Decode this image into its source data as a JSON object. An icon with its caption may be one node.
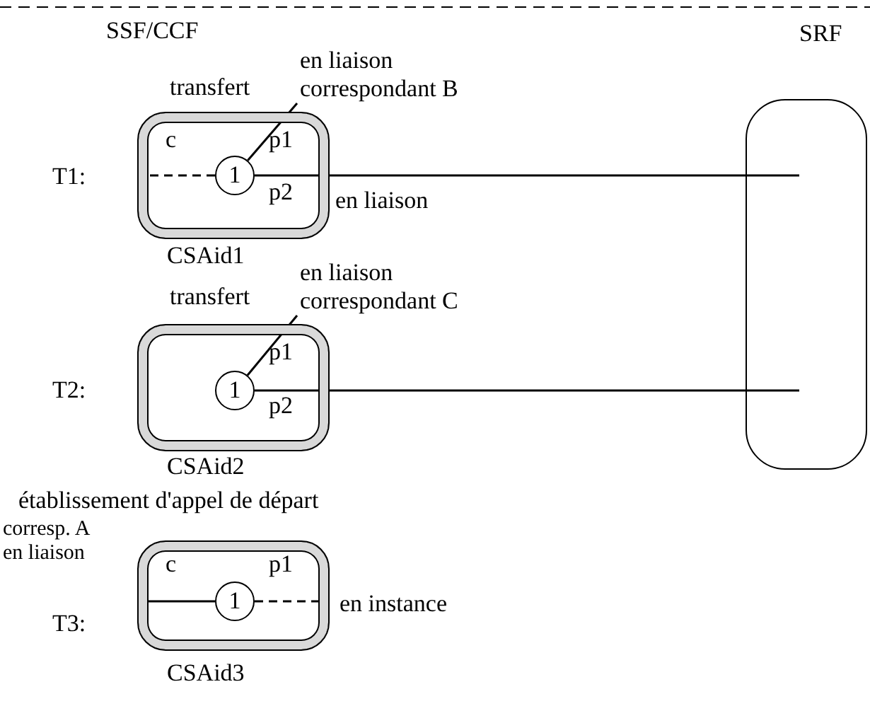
{
  "diagram": {
    "nodes": [
      {
        "text": [
          "transfert",
          "c",
          "p1",
          "p2"
        ],
        "beside": [
          "CSAid1"
        ]
      },
      {
        "text": [
          "1"
        ],
        "in": 0
      },
      {
        "text": [
          "en liaison correspondant B"
        ]
      },
      {
        "text": [
          "SRF"
        ]
      },
      {
        "text": [
          "transfert",
          "p1",
          "p2"
        ],
        "beside": [
          "CSAid2"
        ]
      },
      {
        "text": [
          "1"
        ],
        "in": 4
      },
      {
        "text": [
          "en liaison correspondant C"
        ]
      },
      {
        "text": [
          "établissement d'appel de départ",
          "c",
          "p1"
        ],
        "beside": [
          "CSAid3"
        ]
      },
      {
        "text": [
          "1"
        ],
        "in": 7
      }
    ],
    "edges": [
      {
        "from": 2,
        "to": 1,
        "arrow": "none"
      },
      {
        "from": 1,
        "to": null,
        "arrow": "none",
        "style": "dashed"
      },
      {
        "from": 1,
        "to": 3,
        "arrow": "none",
        "label": "en liaison"
      },
      {
        "from": 6,
        "to": 5,
        "arrow": "none"
      },
      {
        "from": 5,
        "to": 3,
        "arrow": "none"
      },
      {
        "from": 8,
        "to": null,
        "arrow": "none",
        "label": "corresp. A en liaison"
      },
      {
        "from": 8,
        "to": null,
        "arrow": "none",
        "style": "dashed",
        "label": "en instance"
      }
    ],
    "labels": [
      "SSF/CCF",
      "T1:",
      "T2:",
      "T3:"
    ]
  }
}
